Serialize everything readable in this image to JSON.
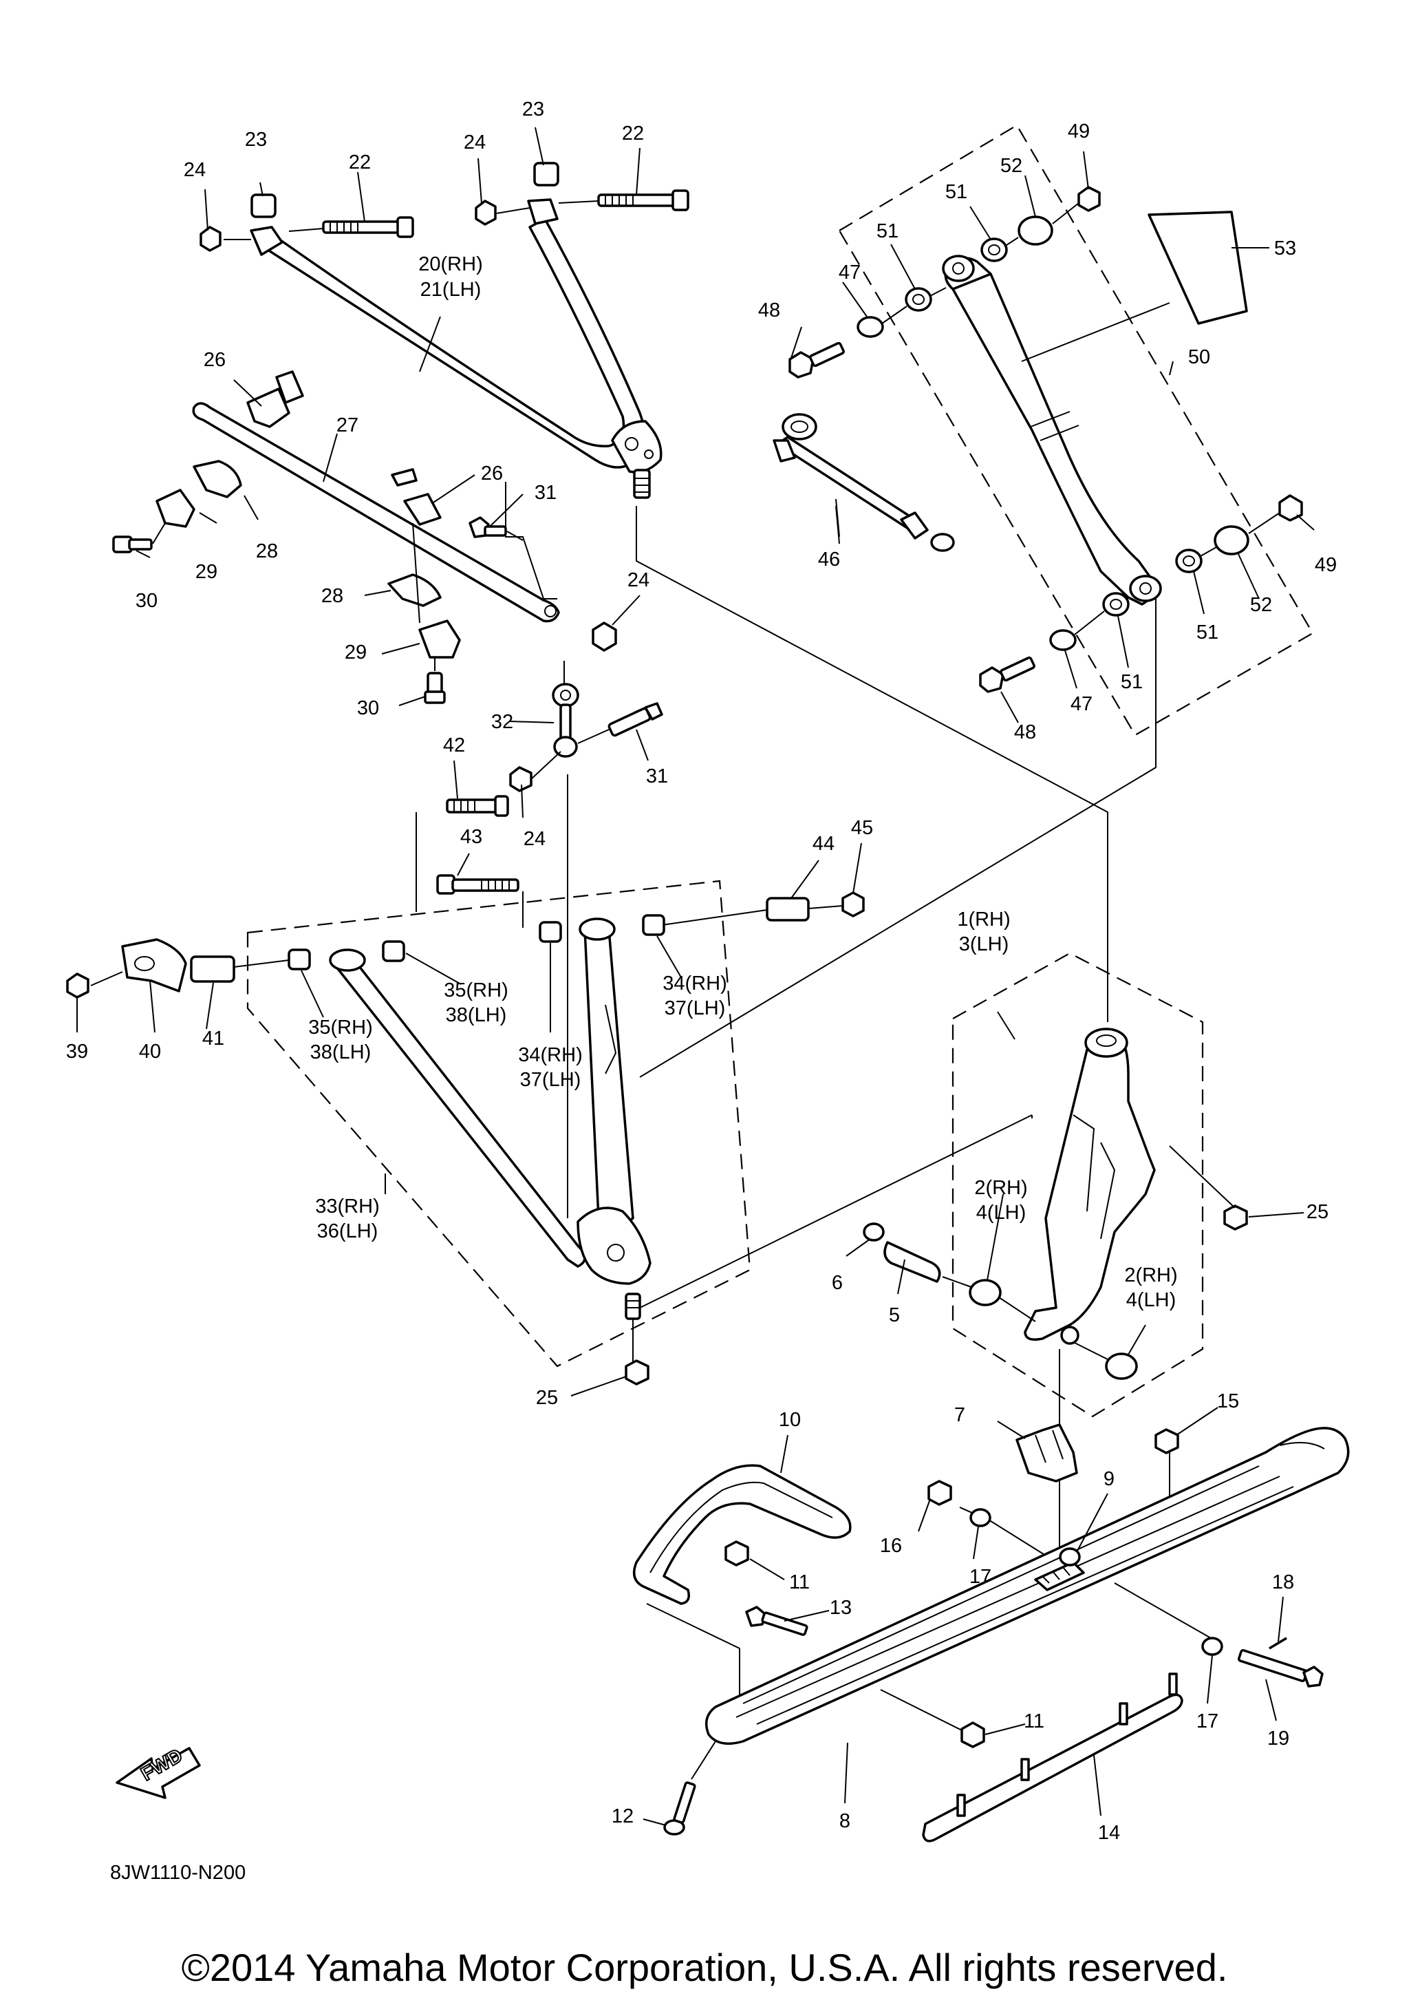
{
  "diagram": {
    "code": "8JW1110-N200",
    "copyright": "©2014 Yamaha Motor Corporation, U.S.A. All rights reserved.",
    "fwd_label": "FWD"
  },
  "callouts": [
    {
      "id": "c24a",
      "text": "24"
    },
    {
      "id": "c23a",
      "text": "23"
    },
    {
      "id": "c22a",
      "text": "22"
    },
    {
      "id": "c24b",
      "text": "24"
    },
    {
      "id": "c23b",
      "text": "23"
    },
    {
      "id": "c22b",
      "text": "22"
    },
    {
      "id": "c20",
      "text": "20(RH)"
    },
    {
      "id": "c21",
      "text": "21(LH)"
    },
    {
      "id": "c49a",
      "text": "49"
    },
    {
      "id": "c52a",
      "text": "52"
    },
    {
      "id": "c51a",
      "text": "51"
    },
    {
      "id": "c51b",
      "text": "51"
    },
    {
      "id": "c53",
      "text": "53"
    },
    {
      "id": "c47a",
      "text": "47"
    },
    {
      "id": "c48a",
      "text": "48"
    },
    {
      "id": "c50",
      "text": "50"
    },
    {
      "id": "c26a",
      "text": "26"
    },
    {
      "id": "c27",
      "text": "27"
    },
    {
      "id": "c28a",
      "text": "28"
    },
    {
      "id": "c29a",
      "text": "29"
    },
    {
      "id": "c30a",
      "text": "30"
    },
    {
      "id": "c26b",
      "text": "26"
    },
    {
      "id": "c31a",
      "text": "31"
    },
    {
      "id": "c28b",
      "text": "28"
    },
    {
      "id": "c24c",
      "text": "24"
    },
    {
      "id": "c29b",
      "text": "29"
    },
    {
      "id": "c30b",
      "text": "30"
    },
    {
      "id": "c46",
      "text": "46"
    },
    {
      "id": "c49b",
      "text": "49"
    },
    {
      "id": "c51c",
      "text": "51"
    },
    {
      "id": "c52b",
      "text": "52"
    },
    {
      "id": "c51d",
      "text": "51"
    },
    {
      "id": "c47b",
      "text": "47"
    },
    {
      "id": "c48b",
      "text": "48"
    },
    {
      "id": "c32",
      "text": "32"
    },
    {
      "id": "c31b",
      "text": "31"
    },
    {
      "id": "c42",
      "text": "42"
    },
    {
      "id": "c24d",
      "text": "24"
    },
    {
      "id": "c43",
      "text": "43"
    },
    {
      "id": "c44",
      "text": "44"
    },
    {
      "id": "c45",
      "text": "45"
    },
    {
      "id": "c35a",
      "text": "35(RH)"
    },
    {
      "id": "c38a",
      "text": "38(LH)"
    },
    {
      "id": "c35b",
      "text": "35(RH)"
    },
    {
      "id": "c38b",
      "text": "38(LH)"
    },
    {
      "id": "c34a",
      "text": "34(RH)"
    },
    {
      "id": "c37a",
      "text": "37(LH)"
    },
    {
      "id": "c34b",
      "text": "34(RH)"
    },
    {
      "id": "c37b",
      "text": "37(LH)"
    },
    {
      "id": "c39",
      "text": "39"
    },
    {
      "id": "c40",
      "text": "40"
    },
    {
      "id": "c41",
      "text": "41"
    },
    {
      "id": "c33",
      "text": "33(RH)"
    },
    {
      "id": "c36",
      "text": "36(LH)"
    },
    {
      "id": "c1",
      "text": "1(RH)"
    },
    {
      "id": "c3",
      "text": "3(LH)"
    },
    {
      "id": "c2a",
      "text": "2(RH)"
    },
    {
      "id": "c4a",
      "text": "4(LH)"
    },
    {
      "id": "c2b",
      "text": "2(RH)"
    },
    {
      "id": "c4b",
      "text": "4(LH)"
    },
    {
      "id": "c25a",
      "text": "25"
    },
    {
      "id": "c6",
      "text": "6"
    },
    {
      "id": "c5",
      "text": "5"
    },
    {
      "id": "c25b",
      "text": "25"
    },
    {
      "id": "c7",
      "text": "7"
    },
    {
      "id": "c15",
      "text": "15"
    },
    {
      "id": "c10",
      "text": "10"
    },
    {
      "id": "c9",
      "text": "9"
    },
    {
      "id": "c16",
      "text": "16"
    },
    {
      "id": "c17a",
      "text": "17"
    },
    {
      "id": "c11a",
      "text": "11"
    },
    {
      "id": "c13",
      "text": "13"
    },
    {
      "id": "c18",
      "text": "18"
    },
    {
      "id": "c17b",
      "text": "17"
    },
    {
      "id": "c19",
      "text": "19"
    },
    {
      "id": "c11b",
      "text": "11"
    },
    {
      "id": "c12",
      "text": "12"
    },
    {
      "id": "c8",
      "text": "8"
    },
    {
      "id": "c14",
      "text": "14"
    }
  ]
}
